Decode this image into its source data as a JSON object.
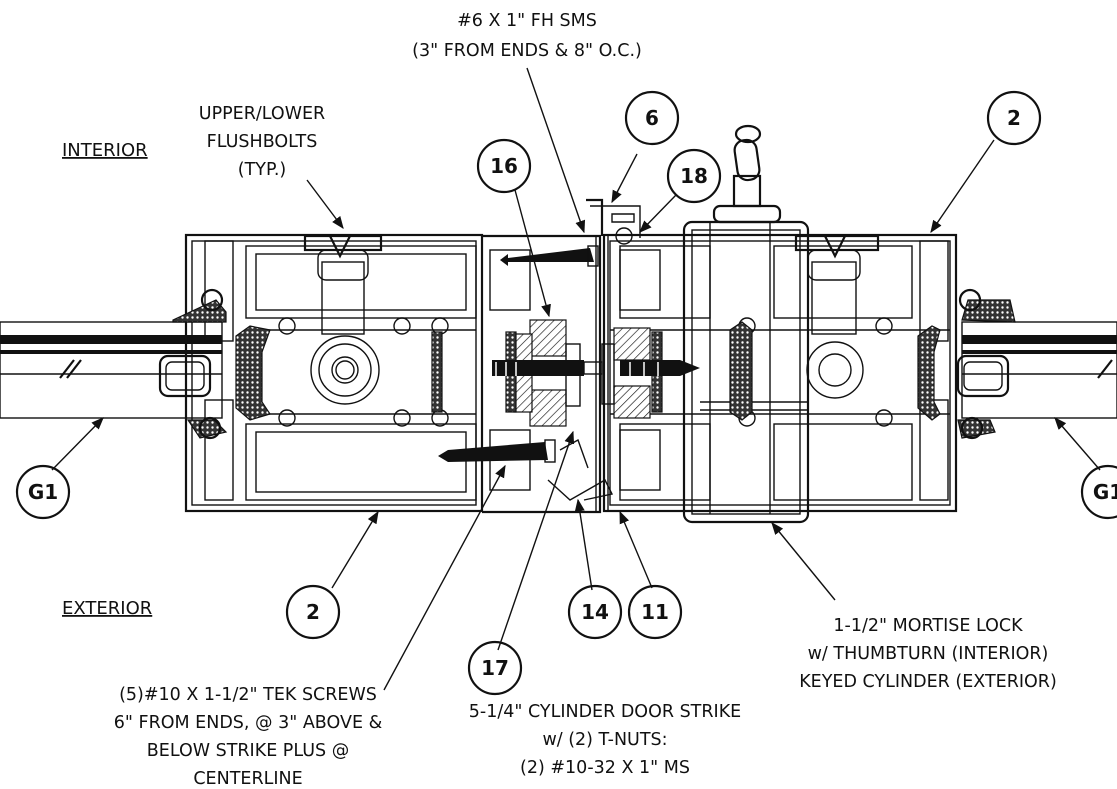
{
  "labels": {
    "interior": "INTERIOR",
    "exterior": "EXTERIOR"
  },
  "callouts": {
    "fh_sms": [
      "#6 X 1\" FH SMS",
      "(3\" FROM ENDS & 8\" O.C.)"
    ],
    "flushbolts": [
      "UPPER/LOWER",
      "FLUSHBOLTS",
      "(TYP.)"
    ],
    "tek_screws": [
      "(5)#10 X 1-1/2\" TEK SCREWS",
      "6\" FROM ENDS, @ 3\" ABOVE &",
      "BELOW STRIKE PLUS @",
      "CENTERLINE"
    ],
    "strike": [
      "5-1/4\" CYLINDER DOOR STRIKE",
      "w/ (2) T-NUTS:",
      "(2) #10-32 X 1\" MS"
    ],
    "mortise_lock": [
      "1-1/2\" MORTISE LOCK",
      "w/ THUMBTURN (INTERIOR)",
      "KEYED CYLINDER (EXTERIOR)"
    ]
  },
  "bubbles": {
    "b6": "6",
    "b16": "16",
    "b18": "18",
    "b2_top": "2",
    "b2_bottom": "2",
    "b14": "14",
    "b11": "11",
    "b17": "17",
    "g1_left": "G1",
    "g1_right": "G1"
  }
}
